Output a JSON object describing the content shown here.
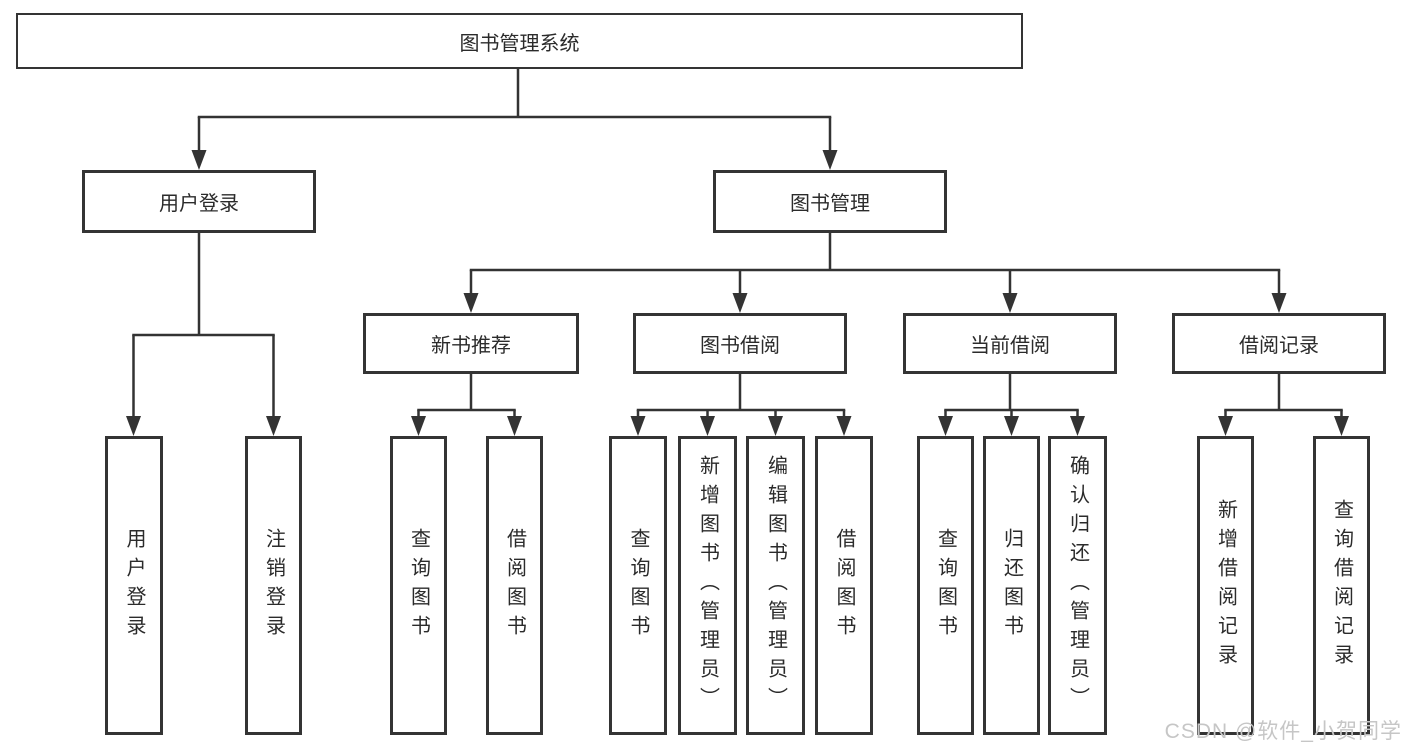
{
  "colors": {
    "line": "#333333",
    "box_border": "#343434",
    "text": "#2b2b2b",
    "watermark": "#c6c6c6",
    "background": "#ffffff"
  },
  "watermark": "CSDN @软件_小贺同学",
  "tree": {
    "root": {
      "label": "图书管理系统"
    },
    "children": [
      {
        "label": "用户登录",
        "children": [
          {
            "label": "用户登录"
          },
          {
            "label": "注销登录"
          }
        ]
      },
      {
        "label": "图书管理",
        "children": [
          {
            "label": "新书推荐",
            "children": [
              {
                "label": "查询图书"
              },
              {
                "label": "借阅图书"
              }
            ]
          },
          {
            "label": "图书借阅",
            "children": [
              {
                "label": "查询图书"
              },
              {
                "label": "新增图书（管理员）"
              },
              {
                "label": "编辑图书（管理员）"
              },
              {
                "label": "借阅图书"
              }
            ]
          },
          {
            "label": "当前借阅",
            "children": [
              {
                "label": "查询图书"
              },
              {
                "label": "归还图书"
              },
              {
                "label": "确认归还（管理员）"
              }
            ]
          },
          {
            "label": "借阅记录",
            "children": [
              {
                "label": "新增借阅记录"
              },
              {
                "label": "查询借阅记录"
              }
            ]
          }
        ]
      }
    ]
  }
}
